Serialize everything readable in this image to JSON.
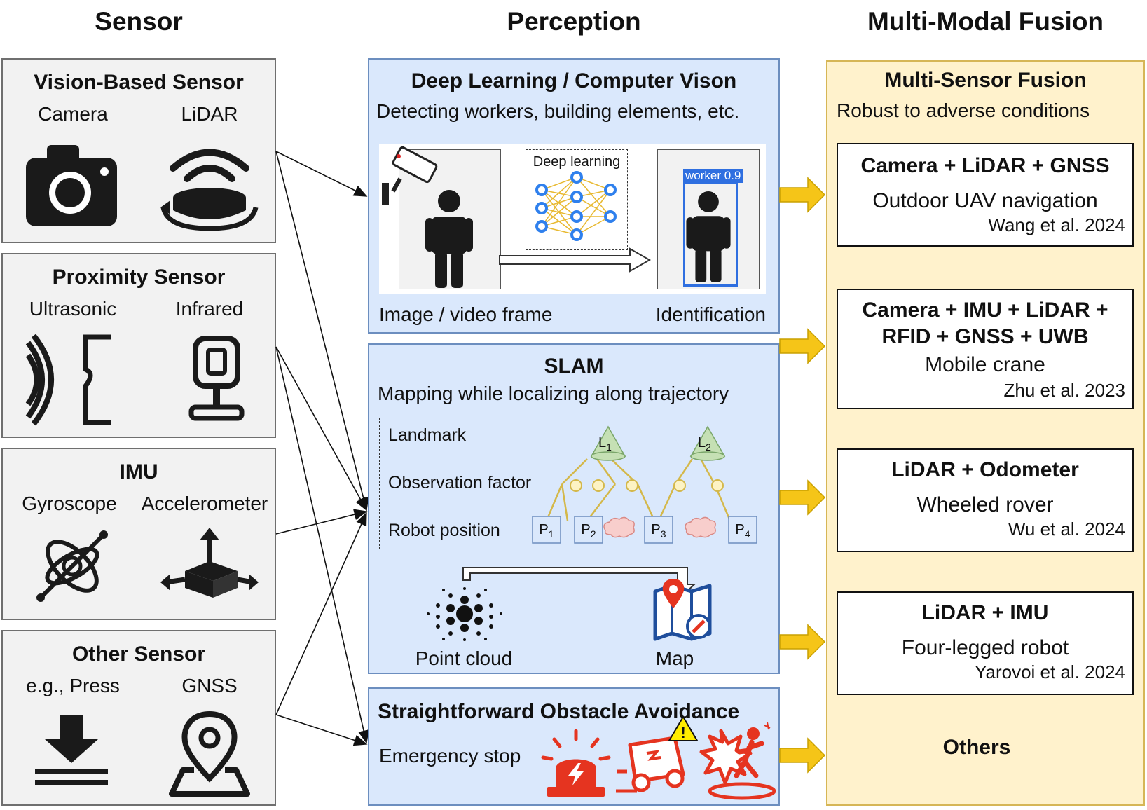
{
  "headers": {
    "sensor": "Sensor",
    "perception": "Perception",
    "fusion": "Multi-Modal Fusion"
  },
  "sensors": {
    "vision": {
      "title": "Vision-Based Sensor",
      "left": "Camera",
      "right": "LiDAR"
    },
    "proximity": {
      "title": "Proximity Sensor",
      "left": "Ultrasonic",
      "right": "Infrared"
    },
    "imu": {
      "title": "IMU",
      "left": "Gyroscope",
      "right": "Accelerometer"
    },
    "other": {
      "title": "Other Sensor",
      "left": "e.g., Press",
      "right": "GNSS"
    }
  },
  "perception": {
    "deep": {
      "title": "Deep Learning / Computer Vison",
      "subtitle": "Detecting workers, building elements, etc.",
      "network_label": "Deep learning",
      "detection_label": "worker 0.9",
      "input_label": "Image / video frame",
      "output_label": "Identification"
    },
    "slam": {
      "title": "SLAM",
      "subtitle": "Mapping while localizing along trajectory",
      "row_landmark": "Landmark",
      "row_observation": "Observation factor",
      "row_robot": "Robot position",
      "landmarks": [
        "L1",
        "L2"
      ],
      "positions": [
        "P1",
        "P2",
        "P3",
        "P4"
      ],
      "point_cloud_label": "Point cloud",
      "map_label": "Map"
    },
    "obstacle": {
      "title": "Straightforward Obstacle Avoidance",
      "subtitle": "Emergency stop"
    }
  },
  "fusion": {
    "title": "Multi-Sensor Fusion",
    "subtitle": "Robust to adverse conditions",
    "cases": [
      {
        "combo": "Camera + LiDAR + GNSS",
        "application": "Outdoor UAV navigation",
        "ref": "Wang et al. 2024"
      },
      {
        "combo": "Camera + IMU + LiDAR +",
        "combo2": "RFID + GNSS + UWB",
        "application": "Mobile crane",
        "ref": "Zhu et al. 2023"
      },
      {
        "combo": "LiDAR + Odometer",
        "application": "Wheeled rover",
        "ref": "Wu et al. 2024"
      },
      {
        "combo": "LiDAR + IMU",
        "application": "Four-legged robot",
        "ref": "Yarovoi et al. 2024"
      }
    ],
    "others": "Others"
  },
  "colors": {
    "sensor_fill": "#f2f2f2",
    "perception_fill": "#dae8fc",
    "fusion_fill": "#fff2cc",
    "fusion_arrow": "#f5c518",
    "network_node": "#2f80ed",
    "factor_graph": "#d4b84a",
    "detection_box": "#2f6fe0",
    "alert_red": "#e53420"
  }
}
